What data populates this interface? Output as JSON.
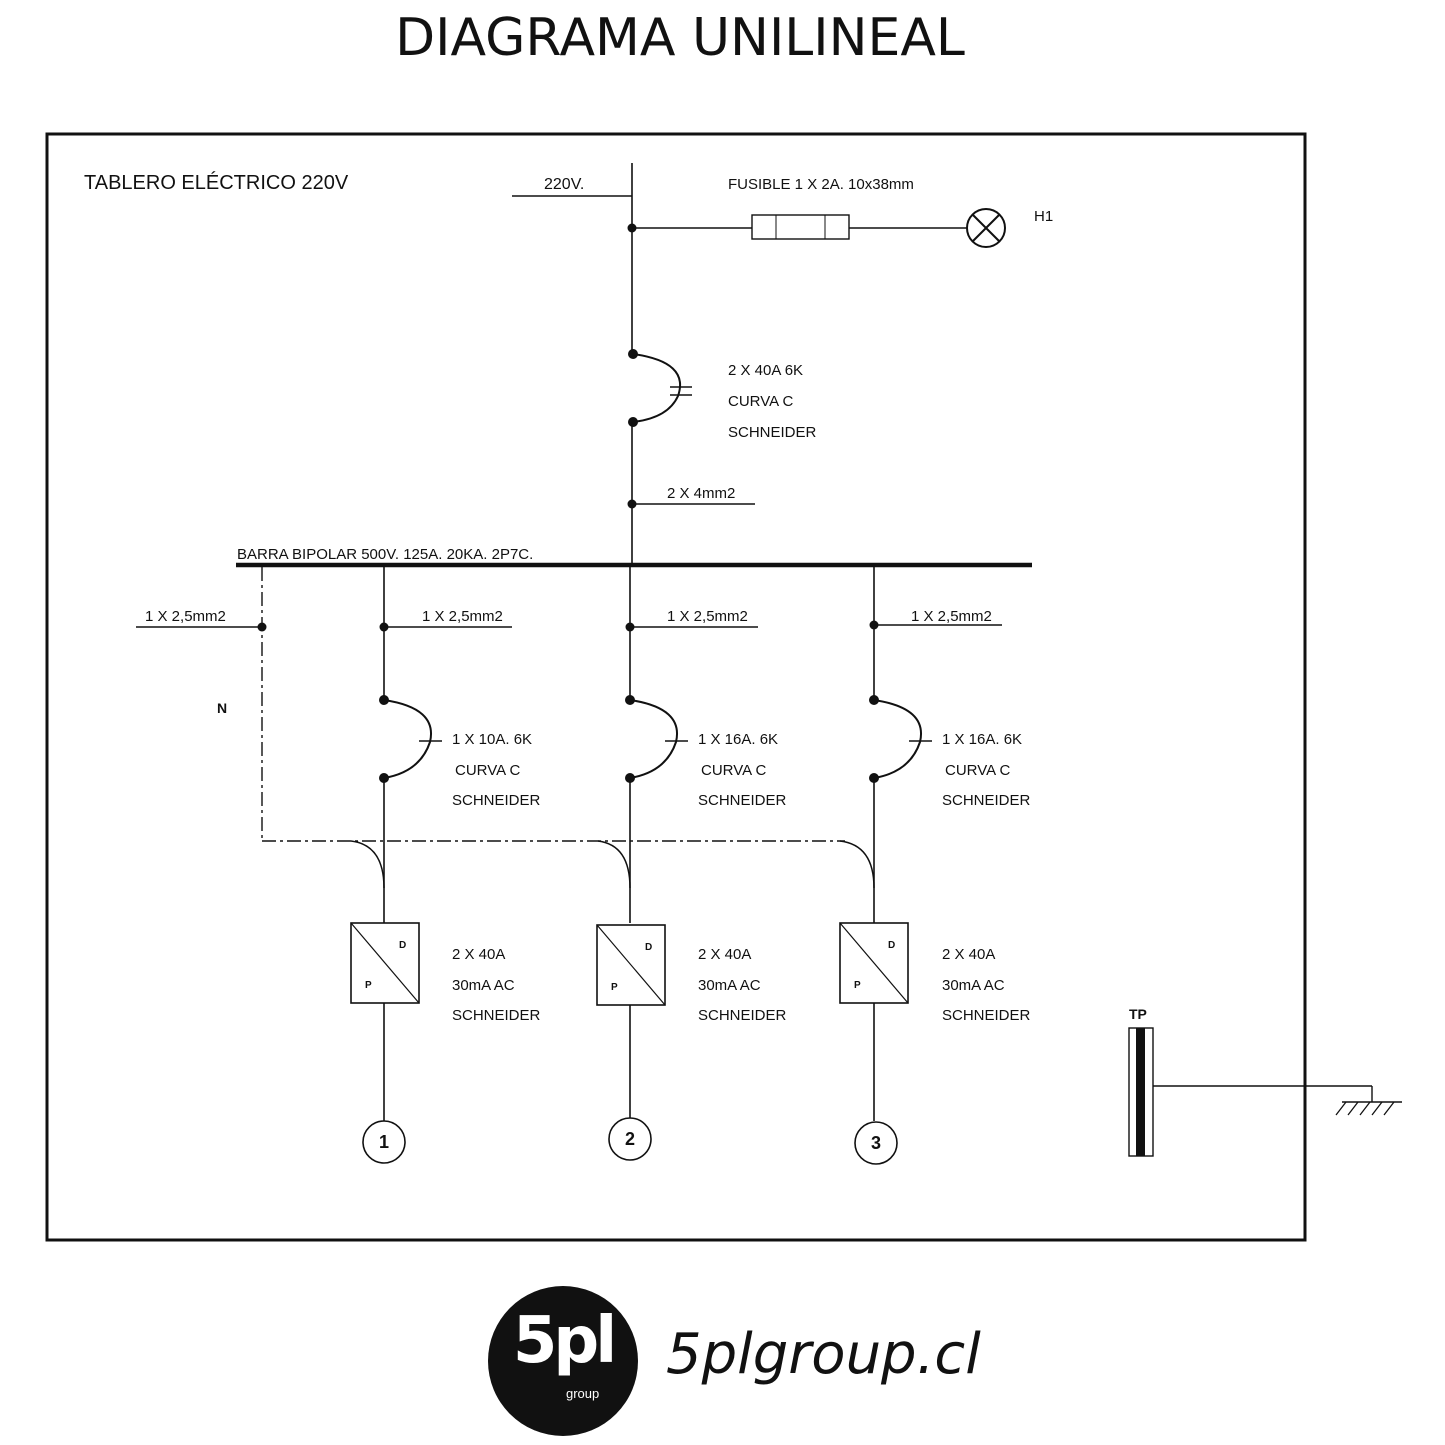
{
  "header": {
    "title": "DIAGRAMA UNILINEAL"
  },
  "panel": {
    "title": "TABLERO ELÉCTRICO 220V",
    "supply_label": "220V.",
    "fuse_label": "FUSIBLE  1 X 2A. 10x38mm",
    "lamp_label": "H1",
    "main_breaker": {
      "line1": "2 X 40A  6K",
      "line2": "CURVA C",
      "line3": "SCHNEIDER"
    },
    "feeder_cable": "2 X 4mm2",
    "busbar_label": "BARRA BIPOLAR 500V. 125A.  20KA.  2P7C.",
    "neutral_cable": "1 X 2,5mm2",
    "neutral_label": "N",
    "circuits": [
      {
        "cable": "1 X 2,5mm2",
        "breaker": {
          "line1": "1 X 10A. 6K",
          "line2": "CURVA C",
          "line3": "SCHNEIDER"
        },
        "rcd": {
          "line1": "2 X 40A",
          "line2": "30mA AC",
          "line3": "SCHNEIDER",
          "mark_d": "D",
          "mark_p": "P"
        },
        "number": "1"
      },
      {
        "cable": "1 X 2,5mm2",
        "breaker": {
          "line1": "1 X 16A. 6K",
          "line2": "CURVA C",
          "line3": "SCHNEIDER"
        },
        "rcd": {
          "line1": "2 X 40A",
          "line2": "30mA AC",
          "line3": "SCHNEIDER",
          "mark_d": "D",
          "mark_p": "P"
        },
        "number": "2"
      },
      {
        "cable": "1 X 2,5mm2",
        "breaker": {
          "line1": "1 X 16A. 6K",
          "line2": "CURVA C",
          "line3": "SCHNEIDER"
        },
        "rcd": {
          "line1": "2 X 40A",
          "line2": "30mA AC",
          "line3": "SCHNEIDER",
          "mark_d": "D",
          "mark_p": "P"
        },
        "number": "3"
      }
    ],
    "ground_label": "TP"
  },
  "footer": {
    "logo_text": "5pl",
    "logo_sub": "group",
    "site": "5plgroup.cl"
  }
}
